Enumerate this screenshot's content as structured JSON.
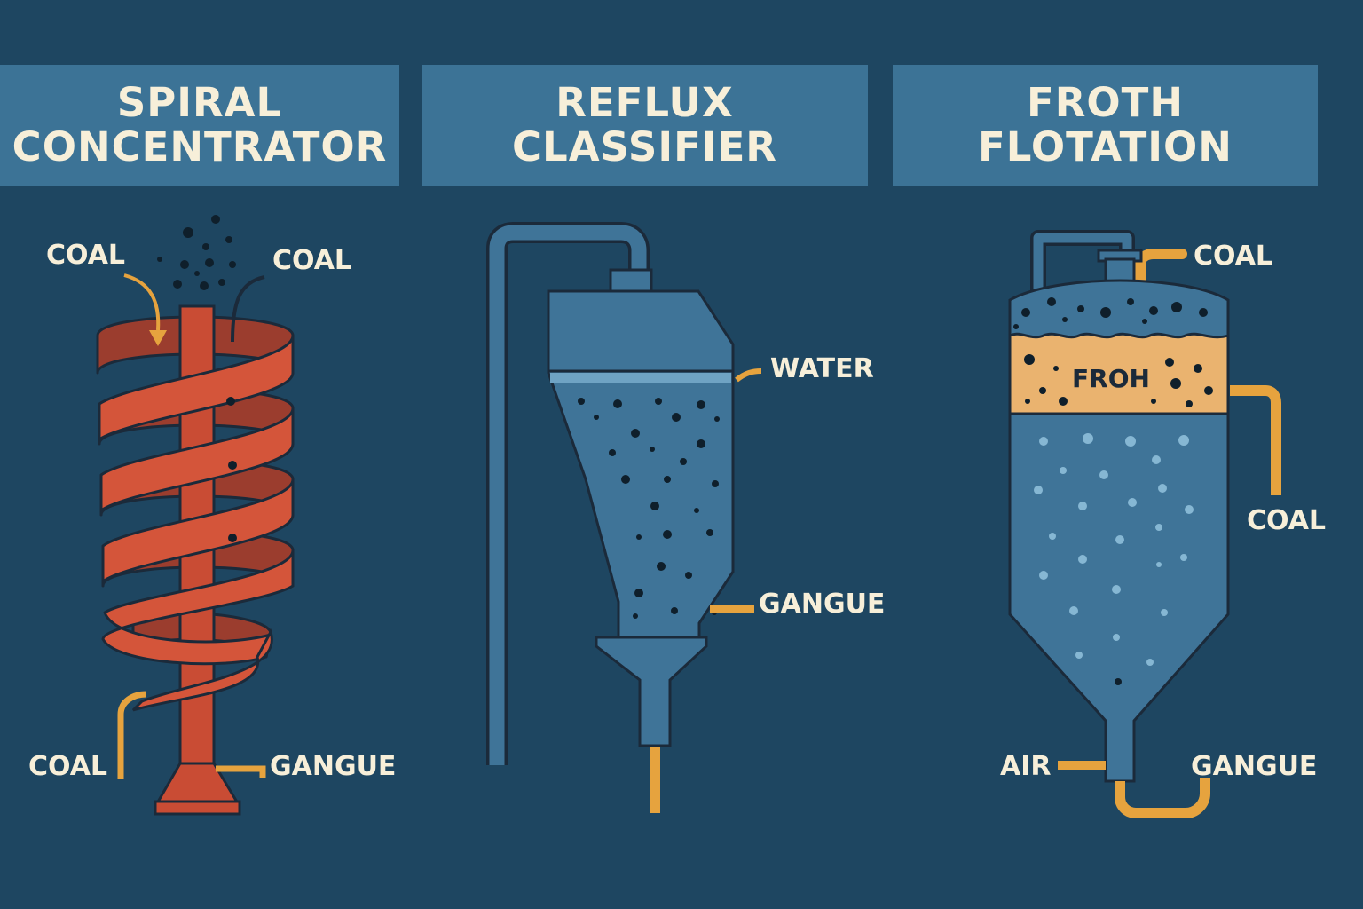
{
  "panels": [
    {
      "title_line1": "SPIRAL",
      "title_line2": "CONCENTRATOR"
    },
    {
      "title_line1": "REFLUX",
      "title_line2": "CLASSIFIER"
    },
    {
      "title_line1": "FROTH",
      "title_line2": "FLOTATION"
    }
  ],
  "spiral": {
    "coal_in_label": "COAL",
    "coal_top_label": "COAL",
    "coal_out_label": "COAL",
    "gangue_label": "GANGUE"
  },
  "reflux": {
    "water_label": "WATER",
    "gangue_label": "GANGUE"
  },
  "froth": {
    "coal_top_label": "COAL",
    "froth_label": "FROH",
    "coal_side_label": "COAL",
    "air_label": "AIR",
    "gangue_label": "GANGUE"
  },
  "colors": {
    "background": "#1e4661",
    "banner": "#3c7396",
    "spiral": "#d4553a",
    "vessel": "#3f7498",
    "pipe": "#e6a33e",
    "froth_layer": "#eab36f"
  }
}
